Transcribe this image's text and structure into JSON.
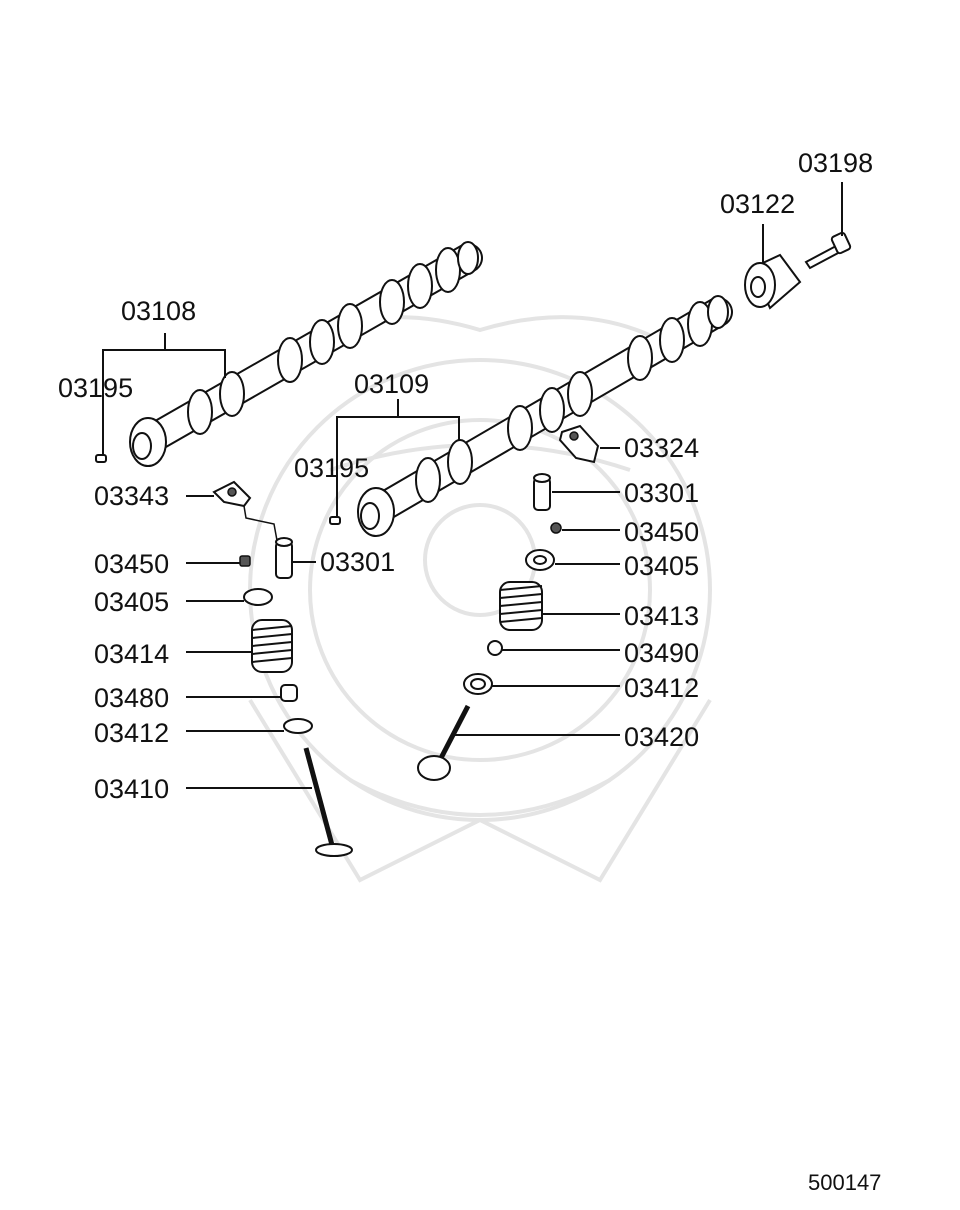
{
  "diagram_code": "500147",
  "labels": {
    "l_03198": "03198",
    "l_03122": "03122",
    "l_03108": "03108",
    "l_03195_a": "03195",
    "l_03109": "03109",
    "l_03195_b": "03195",
    "l_03324": "03324",
    "l_03343": "03343",
    "l_03301_r": "03301",
    "l_03450_r": "03450",
    "l_03405_r": "03405",
    "l_03413": "03413",
    "l_03490": "03490",
    "l_03412_r": "03412",
    "l_03420": "03420",
    "l_03450_l": "03450",
    "l_03301_l": "03301",
    "l_03405_l": "03405",
    "l_03414": "03414",
    "l_03480": "03480",
    "l_03412_l": "03412",
    "l_03410": "03410"
  }
}
